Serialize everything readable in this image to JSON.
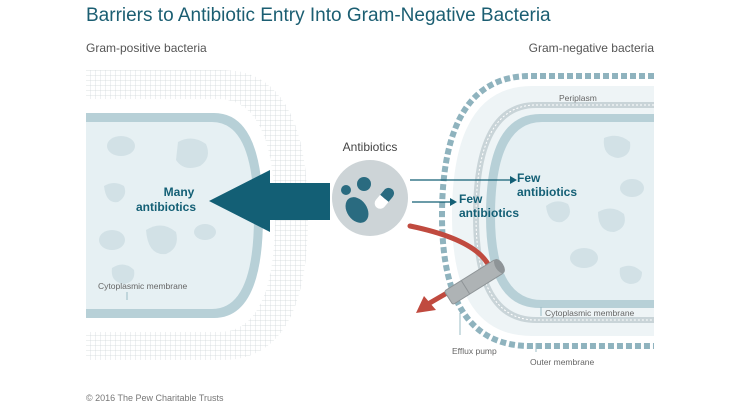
{
  "title": "Barriers to Antibiotic Entry Into Gram-Negative Bacteria",
  "left_header": "Gram-positive bacteria",
  "right_header": "Gram-negative bacteria",
  "center_label": "Antibiotics",
  "many_label": [
    "Many",
    "antibiotics"
  ],
  "few_label_upper": [
    "Few",
    "antibiotics"
  ],
  "few_label_lower": [
    "Few",
    "antibiotics"
  ],
  "left_membrane_label": "Cytoplasmic membrane",
  "periplasm_label": "Periplasm",
  "right_membrane_label": "Cytoplasmic membrane",
  "efflux_label": "Efflux pump",
  "outer_membrane_label": "Outer membrane",
  "copyright": "© 2016 The Pew Charitable Trusts",
  "colors": {
    "title": "#1b5e72",
    "arrow_blue": "#135f75",
    "efflux_red": "#c04a3f",
    "cell_fill": "#e6f0f3",
    "membrane": "#b5cfd7",
    "outer_bead": "#8fb4bf",
    "grid": "#cfd7da",
    "circle": "#cdd4d7",
    "pump": "#a9aeb0"
  }
}
